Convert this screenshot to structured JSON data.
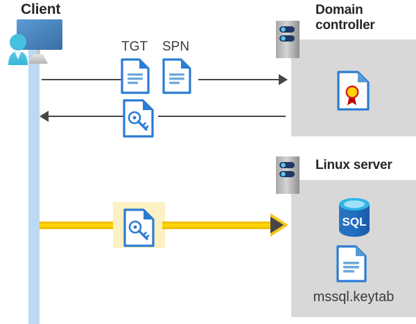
{
  "diagram": {
    "type": "kerberos-authentication-flow",
    "background": "#ffffff",
    "panel_color": "#d8d8d8",
    "accent_yellow": "#ffd400",
    "accent_blue": "#2b7cd3",
    "lifeline_color": "#bbd9f2"
  },
  "client": {
    "title": "Client",
    "icon": "client-computer-user-icon",
    "lifeline": "client-lifeline"
  },
  "domain_controller": {
    "title": "Domain controller",
    "server_icon": "server-rack-icon",
    "contents": [
      {
        "icon": "certificate-document-icon",
        "label": ""
      }
    ]
  },
  "linux_server": {
    "title": "Linux server",
    "server_icon": "server-rack-icon",
    "contents": [
      {
        "icon": "sql-database-icon",
        "label": "SQL"
      },
      {
        "icon": "document-icon",
        "label": "mssql.keytab"
      }
    ]
  },
  "flows": [
    {
      "id": "request",
      "direction": "right",
      "style": "black-arrow",
      "labels": [
        "TGT",
        "SPN"
      ],
      "icons": [
        "document-icon",
        "document-icon"
      ]
    },
    {
      "id": "response",
      "direction": "left",
      "style": "black-arrow",
      "labels": [],
      "icons": [
        "key-document-icon"
      ]
    },
    {
      "id": "service-ticket",
      "direction": "right",
      "style": "yellow-arrow",
      "labels": [],
      "icons": [
        "key-document-icon"
      ],
      "highlighted": true
    }
  ],
  "labels": {
    "tgt": "TGT",
    "spn": "SPN",
    "sql": "SQL",
    "keytab": "mssql.keytab"
  }
}
